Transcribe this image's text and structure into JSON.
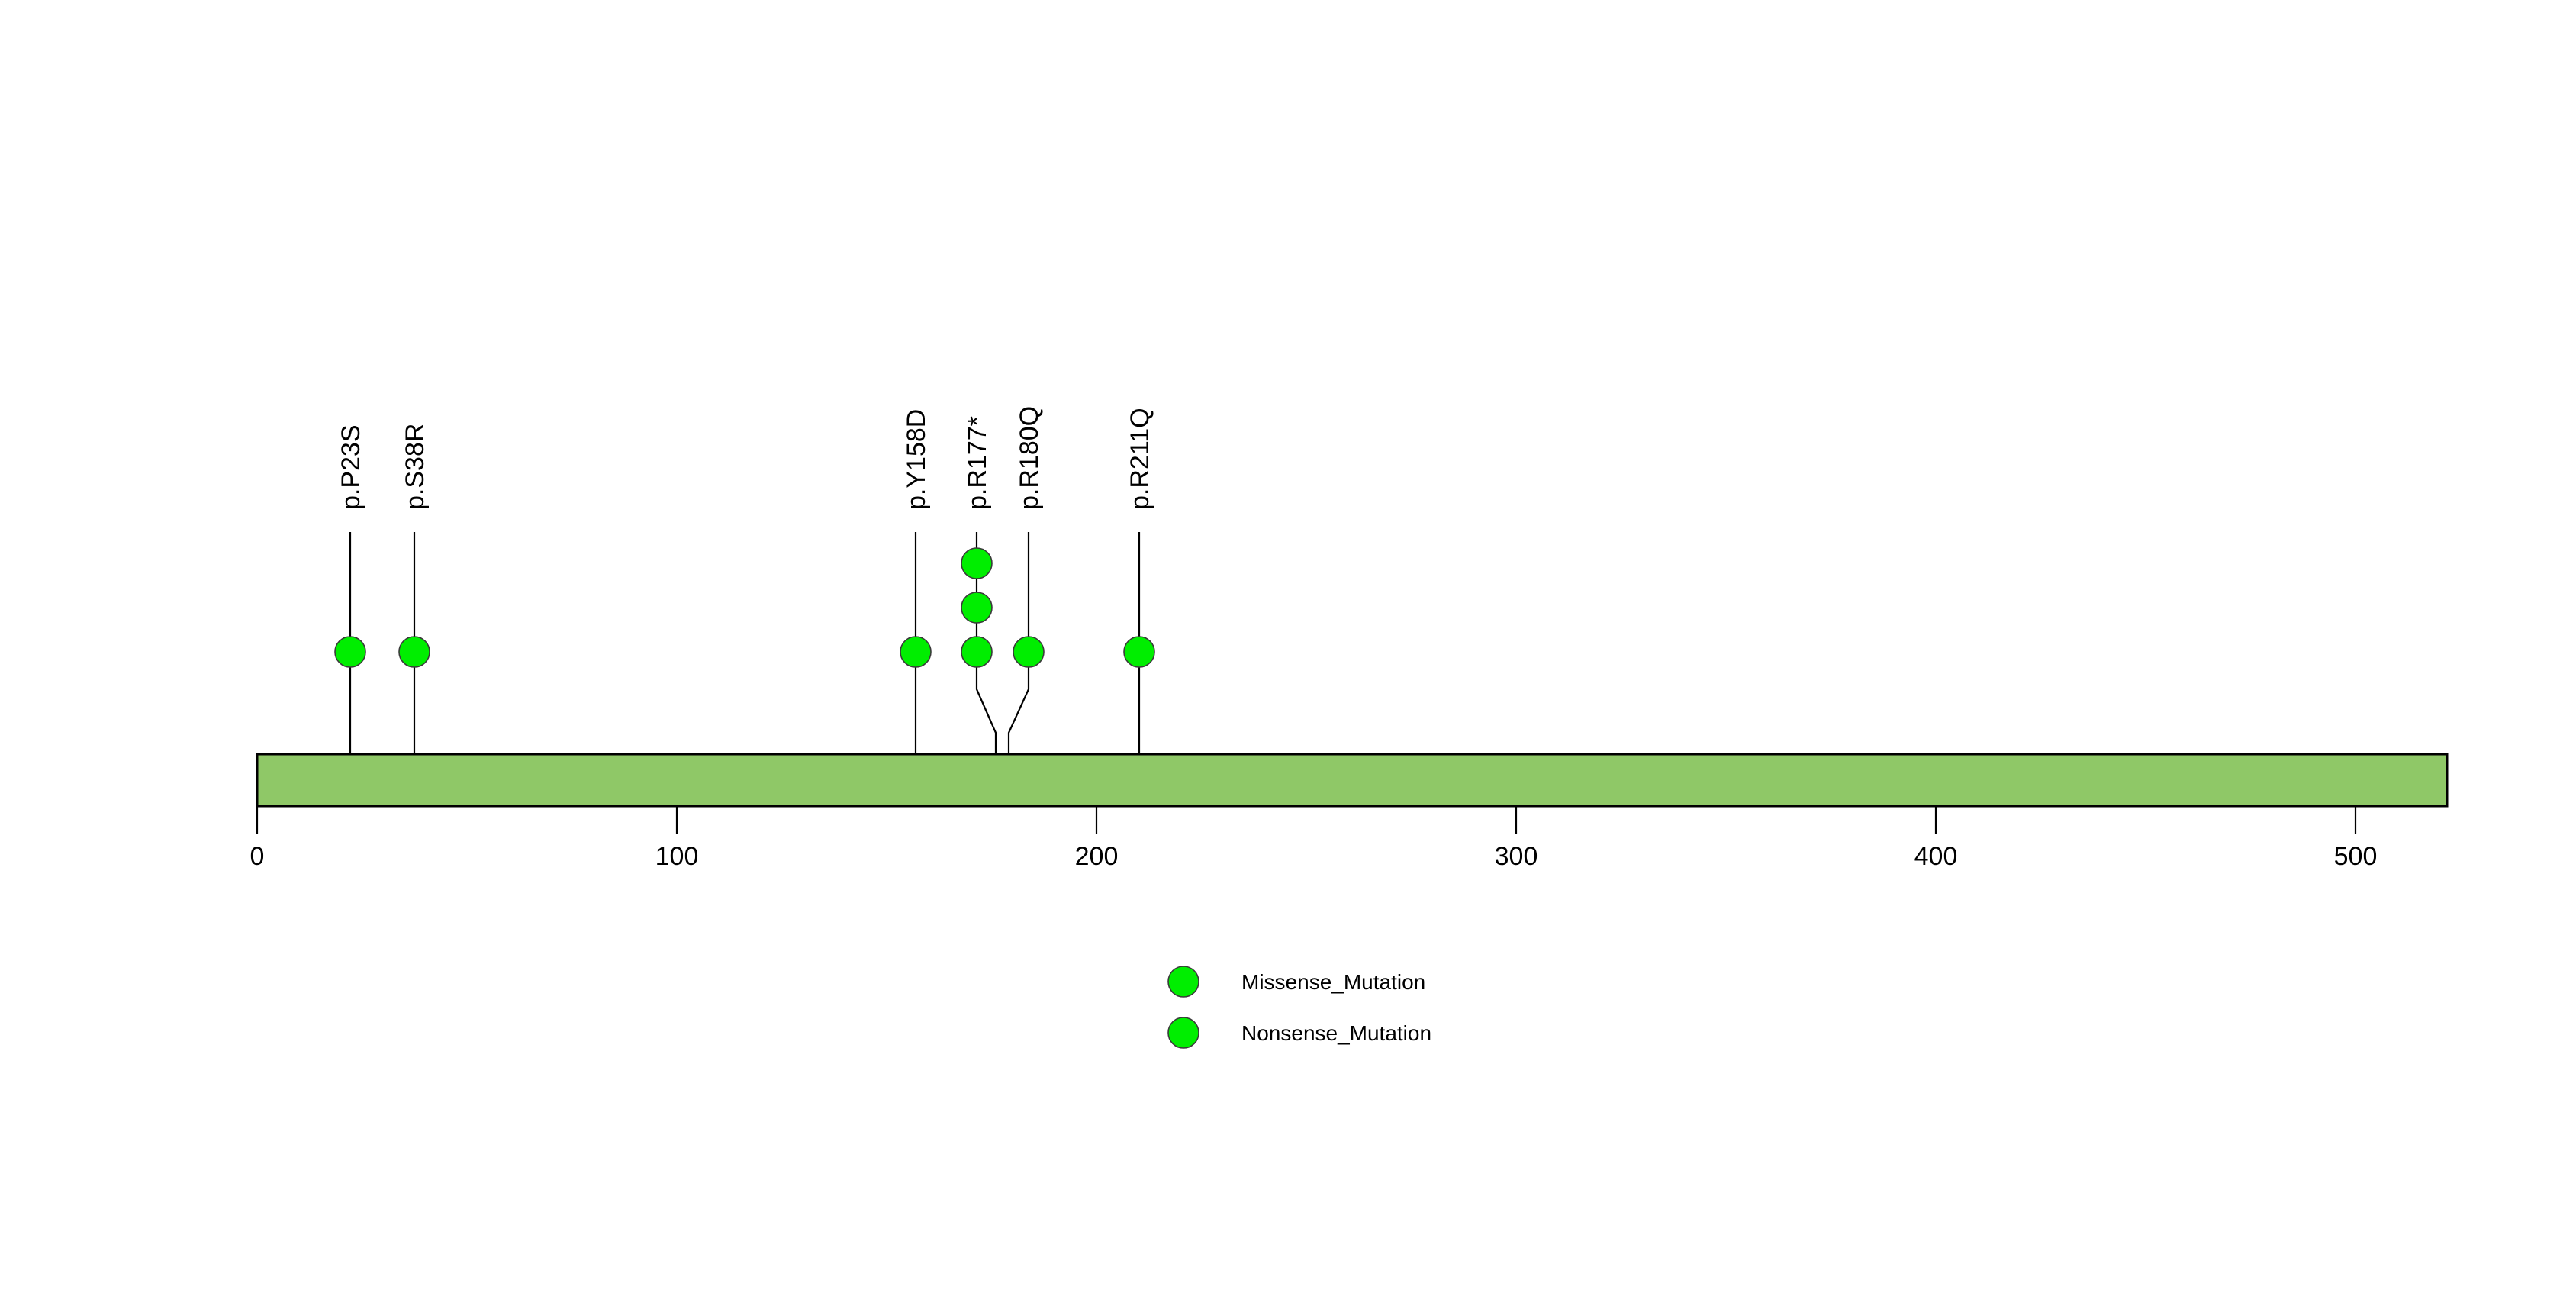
{
  "chart_data": {
    "type": "scatter",
    "subtype": "lollipop-protein-mutation-diagram",
    "title": "",
    "xlabel": "",
    "ylabel": "",
    "xlim": [
      0,
      522
    ],
    "grid": false,
    "axis": {
      "ticks": [
        0,
        100,
        200,
        300,
        400,
        500
      ],
      "tick_labels": [
        "0",
        "100",
        "200",
        "300",
        "400",
        "500"
      ]
    },
    "protein": {
      "length": 522,
      "track_color": "#8FC867",
      "track_border": "#000000"
    },
    "categories": [
      "p.P23S",
      "p.S38R",
      "p.Y158D",
      "p.R177*",
      "p.R180Q",
      "p.R211Q"
    ],
    "values": [
      1,
      1,
      1,
      3,
      1,
      1
    ],
    "mutations": [
      {
        "label": "p.P23S",
        "position": 22,
        "count": 1,
        "type": "Missense_Mutation",
        "color": "#00EE00"
      },
      {
        "label": "p.S38R",
        "position": 37,
        "count": 1,
        "type": "Missense_Mutation",
        "color": "#00EE00"
      },
      {
        "label": "p.Y158D",
        "position": 157,
        "count": 1,
        "type": "Missense_Mutation",
        "color": "#00EE00"
      },
      {
        "label": "p.R177*",
        "position": 176,
        "count": 3,
        "type": "Nonsense_Mutation",
        "color": "#00EE00"
      },
      {
        "label": "p.R180Q",
        "position": 179,
        "count": 1,
        "type": "Missense_Mutation",
        "color": "#00EE00"
      },
      {
        "label": "p.R211Q",
        "position": 210,
        "count": 1,
        "type": "Missense_Mutation",
        "color": "#00EE00"
      }
    ],
    "legend": {
      "position": "bottom-center",
      "entries": [
        {
          "label": "Missense_Mutation",
          "color": "#00EE00"
        },
        {
          "label": "Nonsense_Mutation",
          "color": "#00EE00"
        }
      ]
    }
  },
  "labels": {
    "m0": "p.P23S",
    "m1": "p.S38R",
    "m2": "p.Y158D",
    "m3": "p.R177*",
    "m4": "p.R180Q",
    "m5": "p.R211Q"
  },
  "axis_labels": {
    "t0": "0",
    "t1": "100",
    "t2": "200",
    "t3": "300",
    "t4": "400",
    "t5": "500"
  },
  "legend_labels": {
    "l0": "Missense_Mutation",
    "l1": "Nonsense_Mutation"
  }
}
